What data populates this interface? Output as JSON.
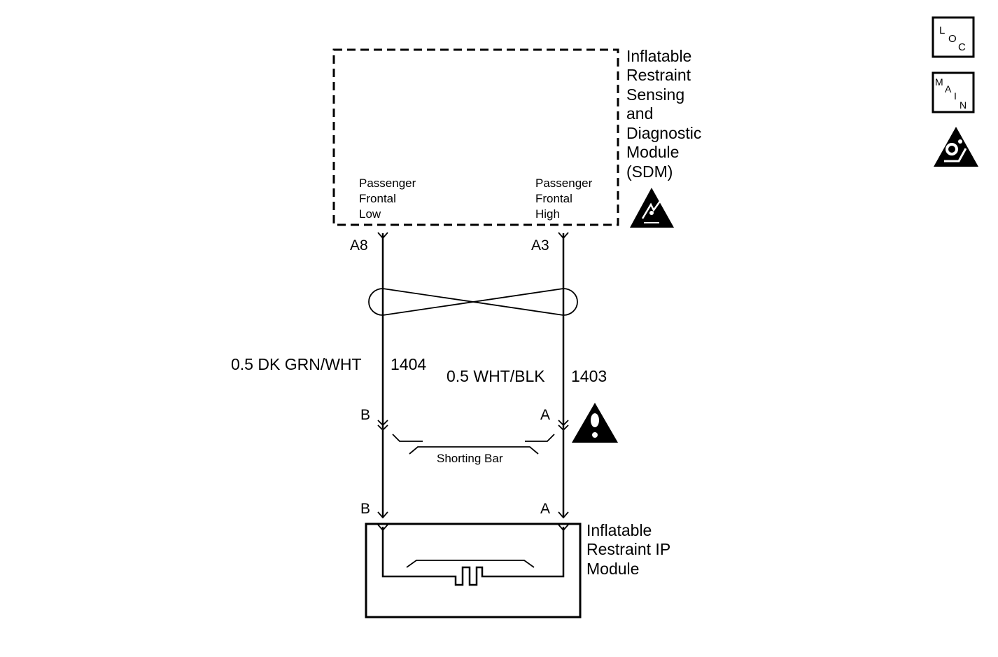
{
  "sdm": {
    "title_lines": [
      "Inflatable",
      "Restraint",
      "Sensing",
      "and",
      "Diagnostic",
      "Module",
      "(SDM)"
    ],
    "left_terminal_lines": [
      "Passenger",
      "Frontal",
      "Low"
    ],
    "right_terminal_lines": [
      "Passenger",
      "Frontal",
      "High"
    ],
    "pin_left": "A8",
    "pin_right": "A3"
  },
  "wires": {
    "left_label": "0.5 DK GRN/WHT",
    "left_circuit": "1404",
    "right_label": "0.5 WHT/BLK",
    "right_circuit": "1403"
  },
  "connector": {
    "upper_left": "B",
    "upper_right": "A",
    "lower_left": "B",
    "lower_right": "A",
    "shorting_bar_label": "Shorting Bar"
  },
  "ip_module": {
    "title_lines": [
      "Inflatable",
      "Restraint IP",
      "Module"
    ]
  },
  "icons": {
    "loc_icon": "L O C",
    "main_icon": "M A I N",
    "airbag_warning": "airbag-warning-icon",
    "esd_warning": "esd-warning-icon",
    "caution": "caution-icon"
  }
}
